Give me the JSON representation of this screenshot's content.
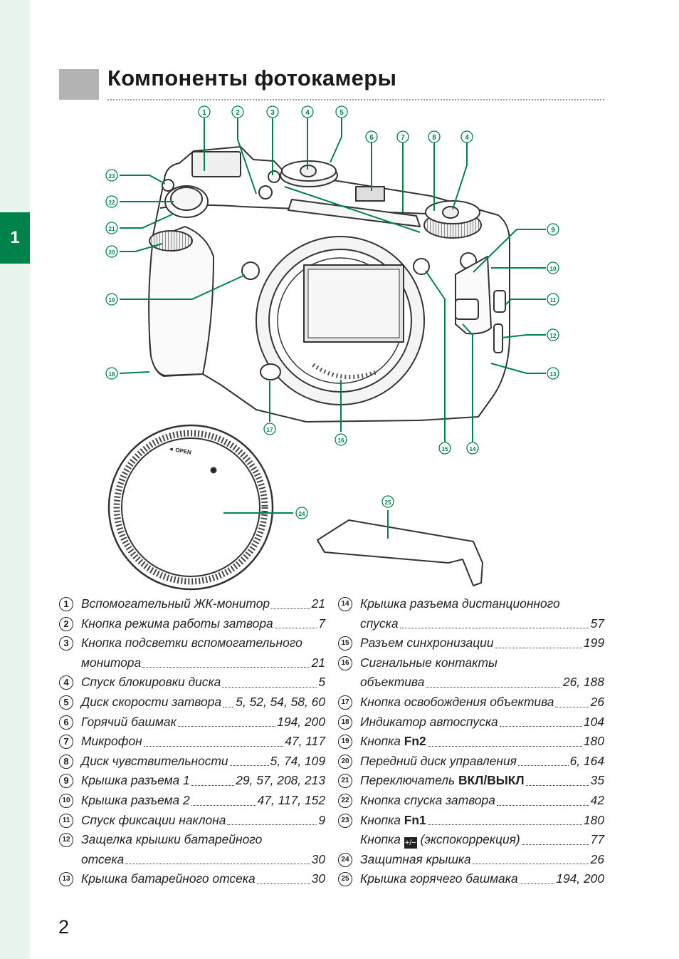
{
  "chapter_tab": "1",
  "title": "Компоненты фотокамеры",
  "page_number": "2",
  "callouts": [
    "1",
    "2",
    "3",
    "4",
    "5",
    "6",
    "7",
    "8",
    "4",
    "9",
    "10",
    "11",
    "12",
    "13",
    "14",
    "15",
    "16",
    "17",
    "18",
    "19",
    "20",
    "21",
    "22",
    "23",
    "24",
    "25"
  ],
  "body_cap_text": "◄ OPEN",
  "colors": {
    "accent": "#00834a",
    "strip": "#e7f5ec",
    "title_box": "#b3b3b3"
  },
  "parts": [
    {
      "n": "1",
      "label": "Вспомогательный ЖК-монитор",
      "page": "21"
    },
    {
      "n": "2",
      "label": "Кнопка режима работы затвора",
      "page": "7"
    },
    {
      "n": "3",
      "label": "Кнопка подсветки вспомогательного",
      "cont": "монитора",
      "page": "21"
    },
    {
      "n": "4",
      "label": "Спуск блокировки диска",
      "page": "5"
    },
    {
      "n": "5",
      "label": "Диск скорости затвора",
      "page": "5, 52, 54, 58, 60"
    },
    {
      "n": "6",
      "label": "Горячий башмак",
      "page": "194, 200"
    },
    {
      "n": "7",
      "label": "Микрофон",
      "page": "47, 117"
    },
    {
      "n": "8",
      "label": "Диск чувствительности",
      "page": "5, 74, 109"
    },
    {
      "n": "9",
      "label": "Крышка разъема 1",
      "page": "29, 57, 208, 213"
    },
    {
      "n": "10",
      "label": "Крышка разъема 2",
      "page": "47, 117, 152"
    },
    {
      "n": "11",
      "label": "Спуск фиксации наклона",
      "page": "9"
    },
    {
      "n": "12",
      "label": "Защелка крышки батарейного",
      "cont": "отсека",
      "page": "30"
    },
    {
      "n": "13",
      "label": "Крышка батарейного отсека",
      "page": "30"
    },
    {
      "n": "14",
      "label": "Крышка разъема дистанционного",
      "cont": "спуска",
      "page": "57"
    },
    {
      "n": "15",
      "label": "Разъем синхронизации",
      "page": "199"
    },
    {
      "n": "16",
      "label": "Сигнальные контакты",
      "cont": "объектива",
      "page": "26, 188"
    },
    {
      "n": "17",
      "label": "Кнопка освобождения объектива",
      "page": "26"
    },
    {
      "n": "18",
      "label": "Индикатор автоспуска",
      "page": "104"
    },
    {
      "n": "19",
      "label": "Кнопка ",
      "btn": "Fn2",
      "page": "180"
    },
    {
      "n": "20",
      "label": "Передний диск управления",
      "page": "6, 164"
    },
    {
      "n": "21",
      "label": "Переключатель ",
      "btn": "ВКЛ/ВЫКЛ",
      "page": "35"
    },
    {
      "n": "22",
      "label": "Кнопка спуска затвора",
      "page": "42"
    },
    {
      "n": "23",
      "label": "Кнопка ",
      "btn": "Fn1",
      "page": "180"
    },
    {
      "n": "23b",
      "label": "Кнопка ",
      "icon": "exposure-compensation-icon",
      "label2": " (экспокоррекция)",
      "page": "77"
    },
    {
      "n": "24",
      "label": "Защитная крышка",
      "page": "26"
    },
    {
      "n": "25",
      "label": "Крышка горячего башмака",
      "page": "194, 200"
    }
  ]
}
